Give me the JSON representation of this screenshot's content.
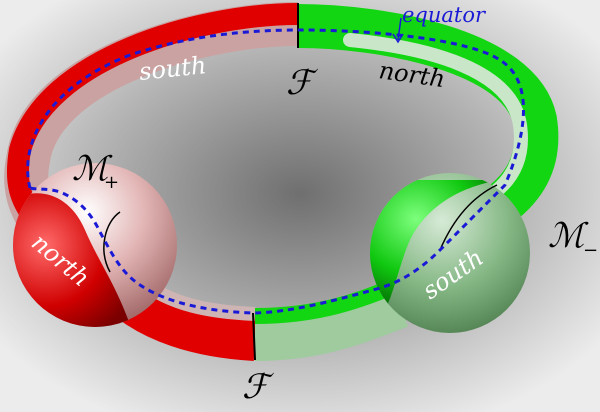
{
  "labels": {
    "south_tube": "south",
    "north_tube": "north",
    "north_ball": "north",
    "south_ball": "south",
    "F_top": "ℱ",
    "F_bottom": "ℱ",
    "M_plus": "ℳ",
    "M_plus_sub": "+",
    "M_minus": "ℳ",
    "M_minus_sub": "−",
    "equator": "equator"
  },
  "colors": {
    "red": "#e00000",
    "pink": "#d6a0a0",
    "green": "#12d612",
    "pale_green": "#8fc48f",
    "equator_line": "#1a1ad6",
    "background": "#d7d7d7"
  }
}
